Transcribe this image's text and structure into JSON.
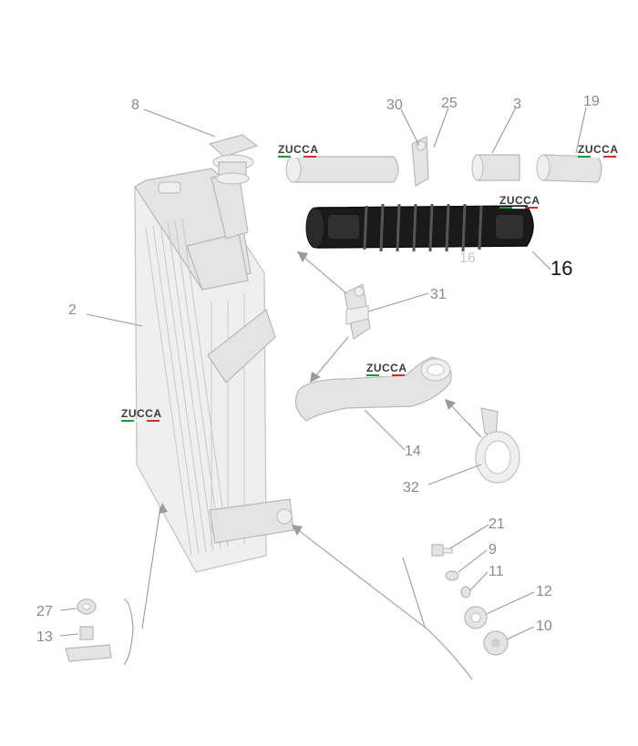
{
  "part_numbers": {
    "n2": "2",
    "n3": "3",
    "n8": "8",
    "n9": "9",
    "n10": "10",
    "n11": "11",
    "n12": "12",
    "n13": "13",
    "n14": "14",
    "n16": "16",
    "n16_faint": "16",
    "n19": "19",
    "n21": "21",
    "n25": "25",
    "n27": "27",
    "n30": "30",
    "n31": "31",
    "n32": "32"
  },
  "watermark": {
    "text": "ZUCCA",
    "colors": {
      "green": "#1a9a3a",
      "white": "#ffffff",
      "red": "#d42a2a"
    }
  },
  "highlight_part": "16",
  "colors": {
    "line_art": "#b8b8b8",
    "highlight": "#1a1a1a"
  }
}
